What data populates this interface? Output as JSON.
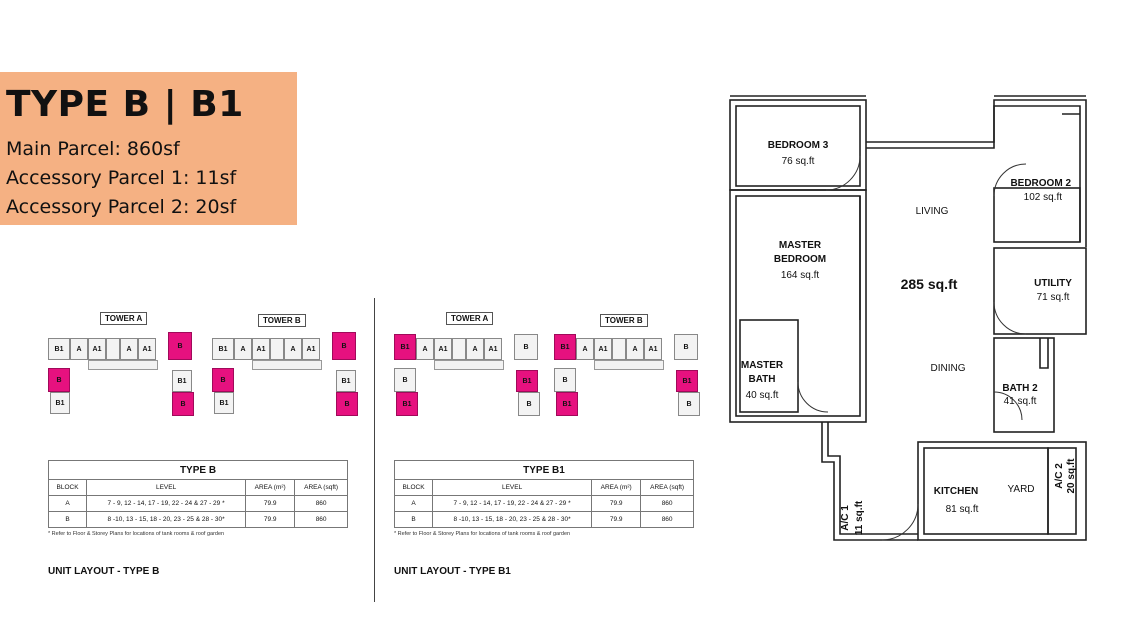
{
  "header": {
    "title": "TYPE B | B1",
    "main_parcel": "Main Parcel: 860sf",
    "accessory_parcel_1": "Accessory Parcel 1: 11sf",
    "accessory_parcel_2": "Accessory Parcel 2: 20sf",
    "bg_color": "#f5b183"
  },
  "key_plans": {
    "highlight_color": "#e6117f",
    "tower_a_label": "TOWER A",
    "tower_b_label": "TOWER B",
    "unit_b1": "B1",
    "unit_a": "A",
    "unit_a1": "A1",
    "unit_b": "B"
  },
  "tables": [
    {
      "title": "TYPE B",
      "headers": [
        "BLOCK",
        "LEVEL",
        "AREA (m²)",
        "AREA (sqft)"
      ],
      "rows": [
        [
          "A",
          "7 - 9, 12 - 14, 17 - 19, 22 - 24 & 27 - 29 *",
          "79.9",
          "860"
        ],
        [
          "B",
          "8 -10, 13 - 15, 18 - 20, 23 - 25 & 28 - 30*",
          "79.9",
          "860"
        ]
      ],
      "note": "* Refer to Floor & Storey Plans for locations of tank rooms & roof garden",
      "unit_layout": "UNIT LAYOUT - TYPE B"
    },
    {
      "title": "TYPE B1",
      "headers": [
        "BLOCK",
        "LEVEL",
        "AREA (m²)",
        "AREA (sqft)"
      ],
      "rows": [
        [
          "A",
          "7 - 9, 12 - 14, 17 - 19, 22 - 24 & 27 - 29 *",
          "79.9",
          "860"
        ],
        [
          "B",
          "8 -10, 13 - 15, 18 - 20, 23 - 25 & 28 - 30*",
          "79.9",
          "860"
        ]
      ],
      "note": "* Refer to Floor & Storey Plans for locations of tank rooms & roof garden",
      "unit_layout": "UNIT LAYOUT - TYPE B1"
    }
  ],
  "floor_plan": {
    "bedroom3": "BEDROOM 3",
    "bedroom3_area": "76 sq.ft",
    "bedroom2": "BEDROOM 2",
    "bedroom2_area": "102 sq.ft",
    "living": "LIVING",
    "living_area": "285 sq.ft",
    "master_bedroom_1": "MASTER",
    "master_bedroom_2": "BEDROOM",
    "master_bedroom_area": "164 sq.ft",
    "utility": "UTILITY",
    "utility_area": "71 sq.ft",
    "master_bath_1": "MASTER",
    "master_bath_2": "BATH",
    "master_bath_area": "40 sq.ft",
    "dining": "DINING",
    "bath2": "BATH 2",
    "bath2_area": "41 sq.ft",
    "kitchen": "KITCHEN",
    "kitchen_area": "81 sq.ft",
    "yard": "YARD",
    "ac1": "A/C 1",
    "ac1_area": "11 sq.ft",
    "ac2": "A/C 2",
    "ac2_area": "20 sq.ft"
  }
}
